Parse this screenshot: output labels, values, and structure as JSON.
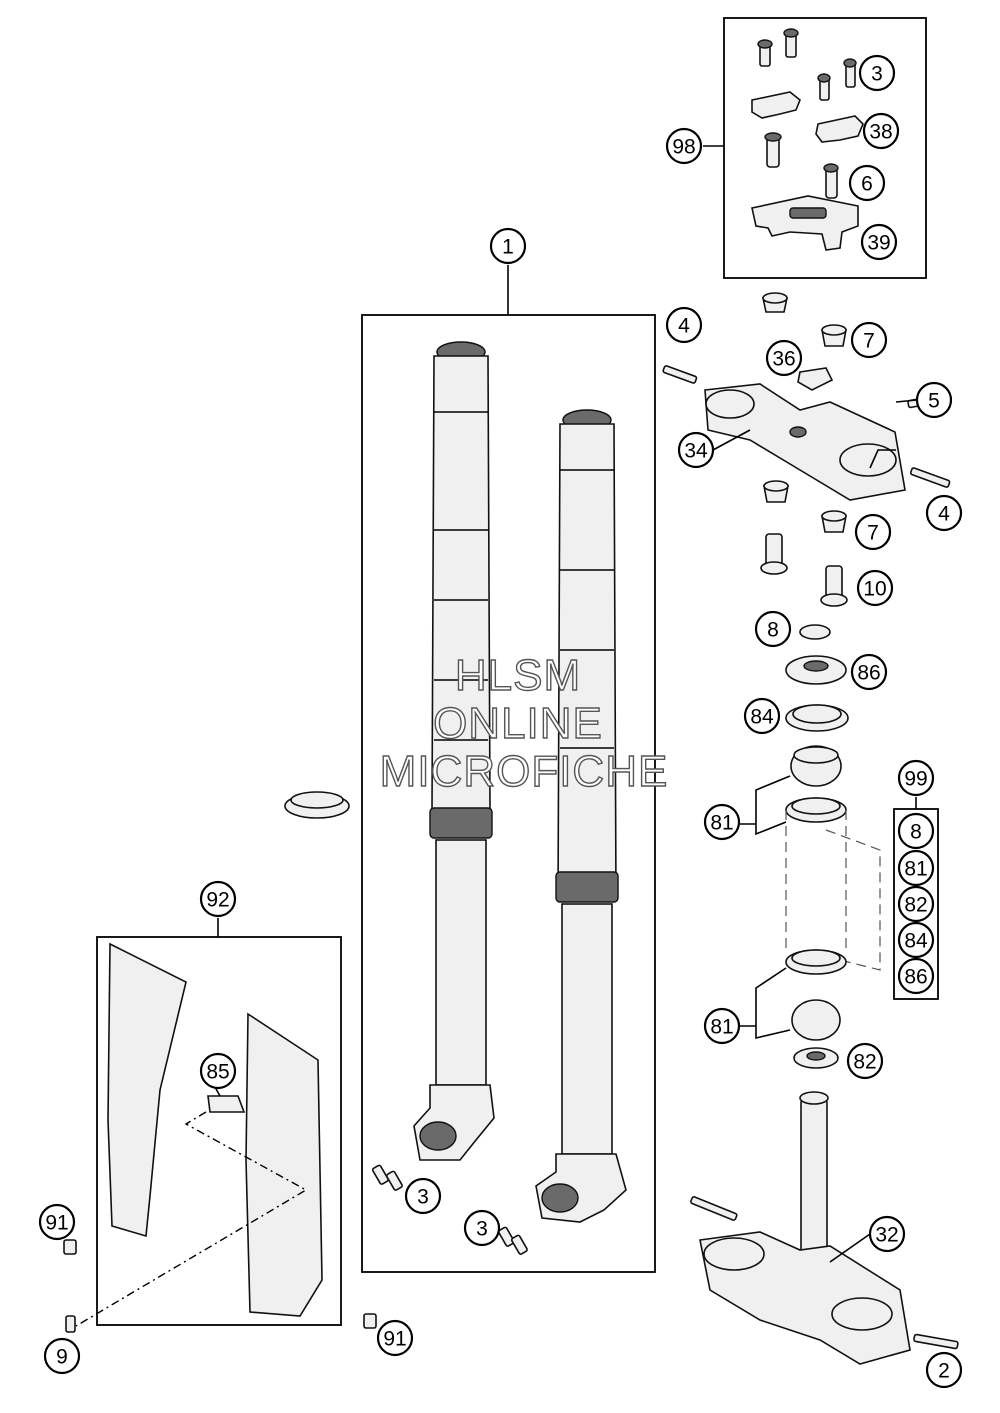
{
  "watermark": {
    "line1": "HLSM",
    "line2": "ONLINE",
    "line3": "MICROFICHE"
  },
  "callouts": [
    {
      "id": "c1",
      "label": "1"
    },
    {
      "id": "c2",
      "label": "2"
    },
    {
      "id": "c3a",
      "label": "3"
    },
    {
      "id": "c3b",
      "label": "3"
    },
    {
      "id": "c3c",
      "label": "3"
    },
    {
      "id": "c4a",
      "label": "4"
    },
    {
      "id": "c4b",
      "label": "4"
    },
    {
      "id": "c5",
      "label": "5"
    },
    {
      "id": "c6",
      "label": "6"
    },
    {
      "id": "c7a",
      "label": "7"
    },
    {
      "id": "c7b",
      "label": "7"
    },
    {
      "id": "c8a",
      "label": "8"
    },
    {
      "id": "c8b",
      "label": "8"
    },
    {
      "id": "c9",
      "label": "9"
    },
    {
      "id": "c10",
      "label": "10"
    },
    {
      "id": "c32",
      "label": "32"
    },
    {
      "id": "c34",
      "label": "34"
    },
    {
      "id": "c36",
      "label": "36"
    },
    {
      "id": "c38",
      "label": "38"
    },
    {
      "id": "c39",
      "label": "39"
    },
    {
      "id": "c81a",
      "label": "81"
    },
    {
      "id": "c81b",
      "label": "81"
    },
    {
      "id": "c81c",
      "label": "81"
    },
    {
      "id": "c82a",
      "label": "82"
    },
    {
      "id": "c82b",
      "label": "82"
    },
    {
      "id": "c84a",
      "label": "84"
    },
    {
      "id": "c84b",
      "label": "84"
    },
    {
      "id": "c85",
      "label": "85"
    },
    {
      "id": "c86a",
      "label": "86"
    },
    {
      "id": "c86b",
      "label": "86"
    },
    {
      "id": "c91a",
      "label": "91"
    },
    {
      "id": "c91b",
      "label": "91"
    },
    {
      "id": "c92",
      "label": "92"
    },
    {
      "id": "c98",
      "label": "98"
    },
    {
      "id": "c99",
      "label": "99"
    }
  ]
}
